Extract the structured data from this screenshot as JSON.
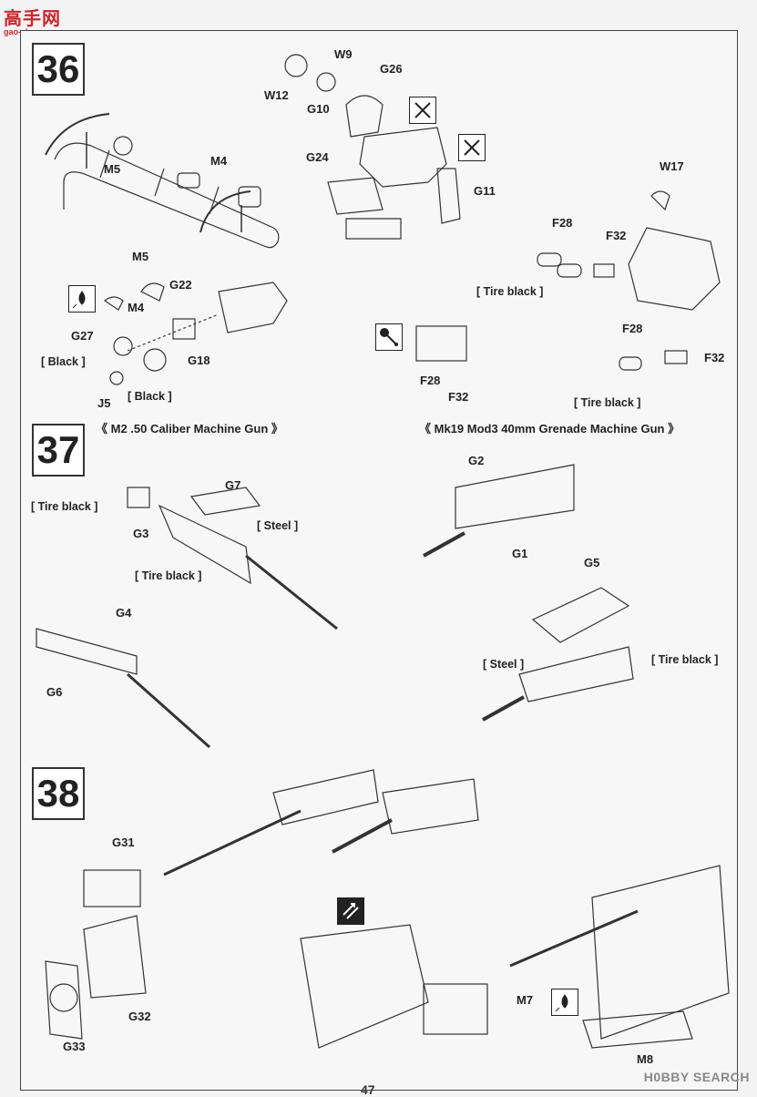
{
  "site_logo": {
    "text": "高手网",
    "sub": "gao-shou.com"
  },
  "watermark": "H0BBY SEARCH",
  "page_number": "47",
  "steps": {
    "s36": "36",
    "s37": "37",
    "s38": "38"
  },
  "titles": {
    "m2": "《  M2  .50  Caliber  Machine  Gun  》",
    "mk19": "《  Mk19  Mod3  40mm  Grenade  Machine  Gun  》"
  },
  "paints": {
    "tire_black": "[ Tire black ]",
    "black": "[ Black ]",
    "steel": "[ Steel ]"
  },
  "parts": {
    "W9": "W9",
    "W12": "W12",
    "G26": "G26",
    "G10": "G10",
    "G24": "G24",
    "G11": "G11",
    "M5": "M5",
    "M4": "M4",
    "W17": "W17",
    "F28": "F28",
    "F32": "F32",
    "G22": "G22",
    "G27": "G27",
    "G18": "G18",
    "J5": "J5",
    "G2": "G2",
    "G1": "G1",
    "G7": "G7",
    "G3": "G3",
    "G4": "G4",
    "G6": "G6",
    "G5": "G5",
    "G31": "G31",
    "G32": "G32",
    "G33": "G33",
    "M7": "M7",
    "M8": "M8"
  }
}
